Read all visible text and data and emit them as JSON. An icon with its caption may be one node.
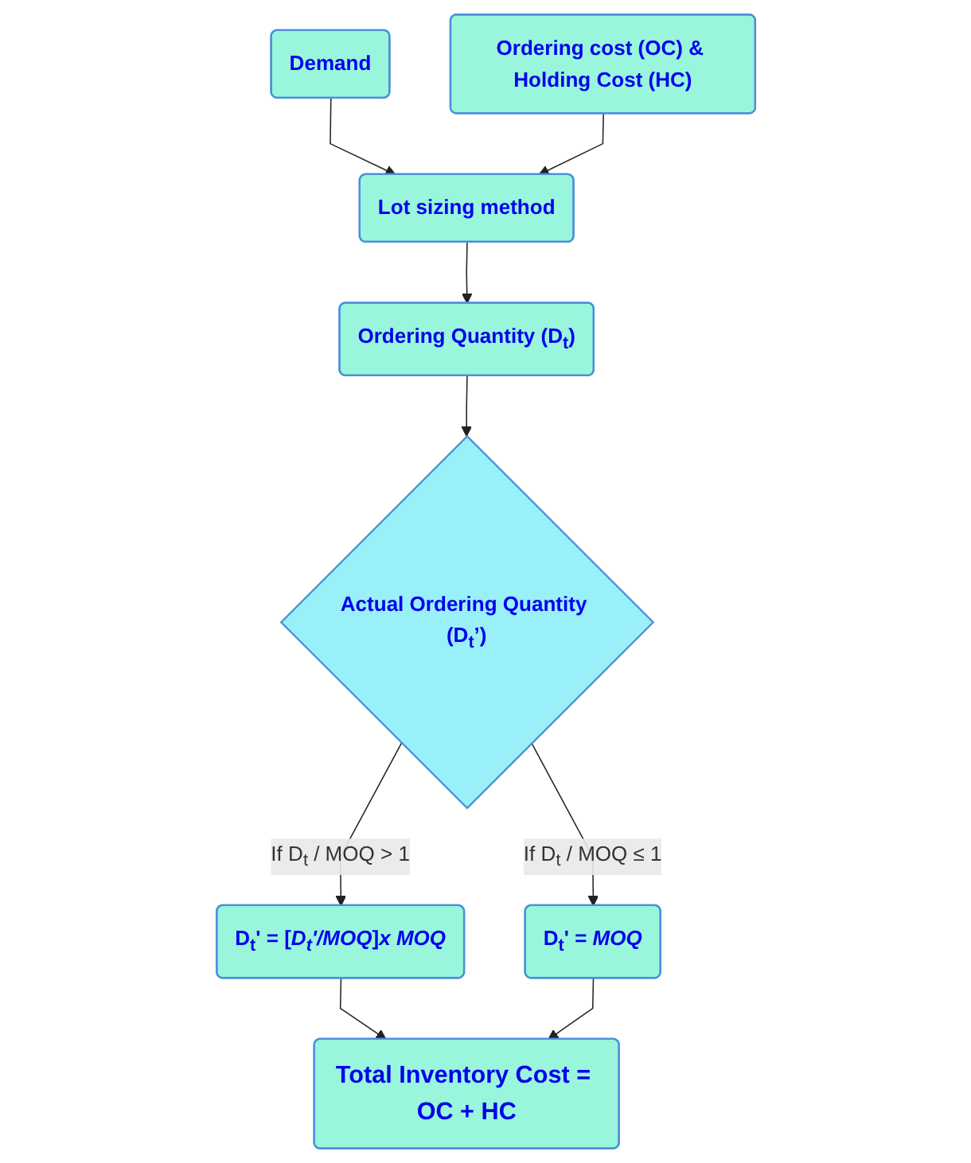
{
  "diagram": {
    "nodes": [
      {
        "text": [
          "Demand"
        ]
      },
      {
        "text": [
          "Ordering cost (OC) & Holding Cost (HC)"
        ]
      },
      {
        "text": [
          "Lot sizing method"
        ]
      },
      {
        "text": [
          "Ordering Quantity (D$_{t}$)"
        ]
      },
      {
        "text": [
          "Actual Ordering Quantity (D$_{t}$’)"
        ]
      },
      {
        "text": [
          "D$_{t}$' = [*D$_{t}$'/MOQ*]*x MOQ*"
        ]
      },
      {
        "text": [
          "D$_{t}$' = *MOQ*"
        ]
      },
      {
        "text": [
          "Total Inventory Cost = OC + HC"
        ]
      }
    ],
    "edges": [
      {
        "from": 0,
        "to": 2,
        "arrow": "to"
      },
      {
        "from": 1,
        "to": 2,
        "arrow": "to"
      },
      {
        "from": 2,
        "to": 3,
        "arrow": "to"
      },
      {
        "from": 3,
        "to": 4,
        "arrow": "to"
      },
      {
        "from": 4,
        "to": 5,
        "arrow": "to",
        "label": "If D$_{t}$ / MOQ > 1"
      },
      {
        "from": 4,
        "to": 6,
        "arrow": "to",
        "label": "If D$_{t}$ / MOQ ≤ 1"
      },
      {
        "from": 5,
        "to": 7,
        "arrow": "to"
      },
      {
        "from": 6,
        "to": 7,
        "arrow": "to"
      }
    ]
  }
}
